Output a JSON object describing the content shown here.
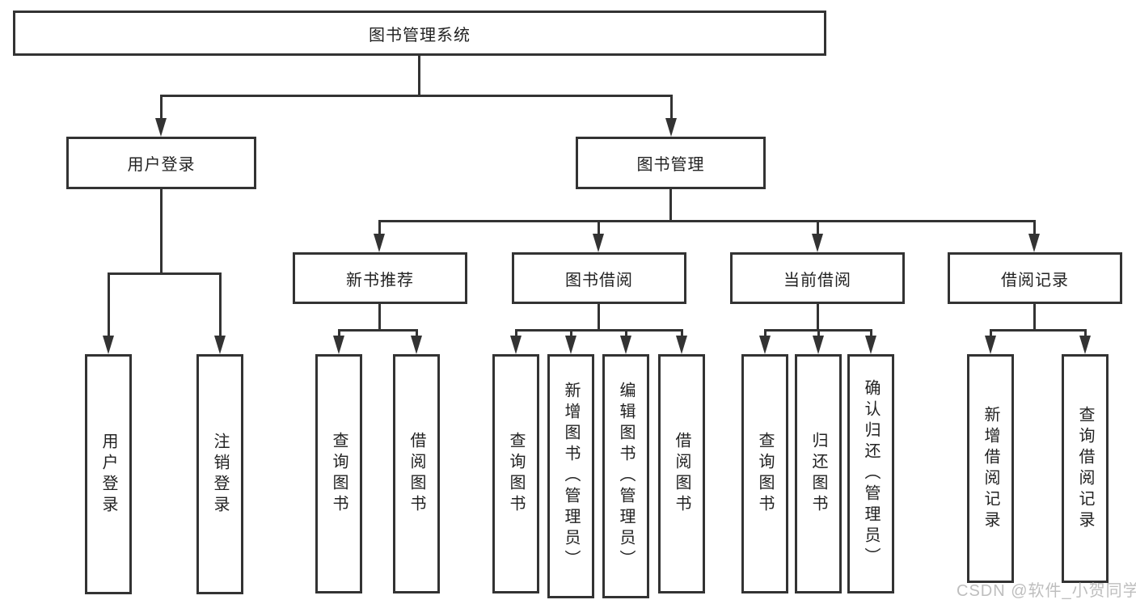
{
  "tree": {
    "root": "图书管理系统",
    "user": {
      "label": "用户登录",
      "children": [
        "用户登录",
        "注销登录"
      ]
    },
    "book": {
      "label": "图书管理",
      "sections": [
        {
          "label": "新书推荐",
          "children": [
            "查询图书",
            "借阅图书"
          ]
        },
        {
          "label": "图书借阅",
          "children": [
            "查询图书",
            "新增图书（管理员）",
            "编辑图书（管理员）",
            "借阅图书"
          ]
        },
        {
          "label": "当前借阅",
          "children": [
            "查询图书",
            "归还图书",
            "确认归还（管理员）"
          ]
        },
        {
          "label": "借阅记录",
          "children": [
            "新增借阅记录",
            "查询借阅记录"
          ]
        }
      ]
    }
  },
  "watermark": "CSDN @软件_小贺同学",
  "colors": {
    "line": "#333333",
    "text": "#222222",
    "watermark": "#b3b3b3",
    "background": "#ffffff"
  }
}
